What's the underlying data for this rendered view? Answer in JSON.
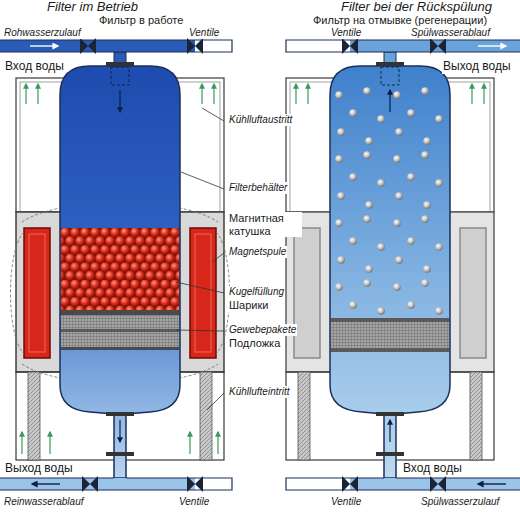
{
  "diagram": {
    "labels": [
      "Filter im Betrieb",
      "Фильтр в работе",
      "Rohwasserzulauf",
      "Ventile",
      "Вход воды",
      "Kühlluftaustritt",
      "Filterbehälter",
      "Магнитная катушка",
      "Magnetspule",
      "Kugelfüllung",
      "Шарики",
      "Gewebepakete",
      "Подложка",
      "Kühllufteintritt",
      "Выход воды",
      "Reinwasserablauf",
      "Ventile",
      "Filter bei der Rückspülung",
      "Фильтр на отмывке (регенерации)",
      "Ventile",
      "Spülwasserablauf",
      "Выход воды",
      "Вход воды",
      "Ventile",
      "Spülwasserzulauf"
    ]
  }
}
